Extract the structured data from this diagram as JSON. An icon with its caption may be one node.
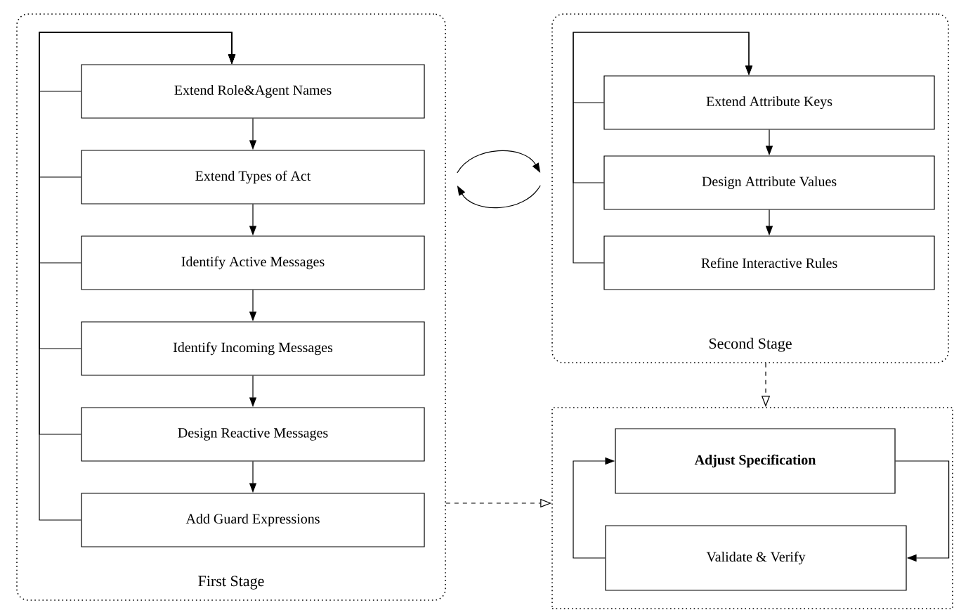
{
  "diagram": {
    "nodes": [
      {
        "text": [
          "First Stage"
        ]
      },
      {
        "text": [
          "Extend Role&Agent Names"
        ],
        "in": 0
      },
      {
        "text": [
          "Extend Types of Act"
        ],
        "in": 0
      },
      {
        "text": [
          "Identify Active Messages"
        ],
        "in": 0
      },
      {
        "text": [
          "Identify Incoming Messages"
        ],
        "in": 0
      },
      {
        "text": [
          "Design Reactive Messages"
        ],
        "in": 0
      },
      {
        "text": [
          "Add Guard Expressions"
        ],
        "in": 0
      },
      {
        "text": [
          "Second Stage"
        ]
      },
      {
        "text": [
          "Extend Attribute Keys"
        ],
        "in": 7
      },
      {
        "text": [
          "Design Attribute Values"
        ],
        "in": 7
      },
      {
        "text": [
          "Refine Interactive Rules"
        ],
        "in": 7
      },
      {
        "text": [],
        "shape": "box"
      },
      {
        "text": [
          "Adjust Specification"
        ],
        "in": 11
      },
      {
        "text": [
          "Validate & Verify"
        ],
        "in": 11
      }
    ],
    "edges": [
      {
        "from": 1,
        "to": 2,
        "arrow": "to"
      },
      {
        "from": 2,
        "to": 3,
        "arrow": "to"
      },
      {
        "from": 3,
        "to": 4,
        "arrow": "to"
      },
      {
        "from": 4,
        "to": 5,
        "arrow": "to"
      },
      {
        "from": 5,
        "to": 6,
        "arrow": "to"
      },
      {
        "from": 2,
        "to": 1,
        "arrow": "to"
      },
      {
        "from": 3,
        "to": 1,
        "arrow": "to"
      },
      {
        "from": 4,
        "to": 1,
        "arrow": "to"
      },
      {
        "from": 5,
        "to": 1,
        "arrow": "to"
      },
      {
        "from": 6,
        "to": 1,
        "arrow": "to"
      },
      {
        "from": 8,
        "to": 9,
        "arrow": "to"
      },
      {
        "from": 9,
        "to": 10,
        "arrow": "to"
      },
      {
        "from": 9,
        "to": 8,
        "arrow": "to"
      },
      {
        "from": 10,
        "to": 8,
        "arrow": "to"
      },
      {
        "from": 0,
        "to": 7,
        "arrow": "to"
      },
      {
        "from": 7,
        "to": 0,
        "arrow": "to"
      },
      {
        "from": 7,
        "to": 11,
        "arrow": "to",
        "style": "dashed"
      },
      {
        "from": 0,
        "to": 11,
        "arrow": "to",
        "style": "dashed"
      },
      {
        "from": 12,
        "to": 13,
        "arrow": "to"
      },
      {
        "from": 13,
        "to": 12,
        "arrow": "to"
      }
    ]
  }
}
